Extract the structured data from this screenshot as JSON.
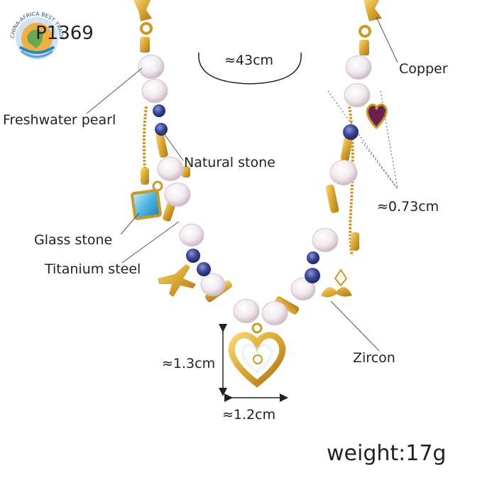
{
  "product_code": "P1369",
  "logo_text": "CHINA-AFRICA BEST TRADING PLATFORM",
  "labels": {
    "length": "≈43cm",
    "copper": "Copper",
    "freshwater_pearl": "Freshwater pearl",
    "natural_stone": "Natural stone",
    "charm_size": "≈0.73cm",
    "glass_stone": "Glass stone",
    "titanium_steel": "Titanium steel",
    "zircon": "Zircon",
    "pendant_height": "≈1.3cm",
    "pendant_width": "≈1.2cm"
  },
  "weight": "weight:17g",
  "colors": {
    "gold": "#d9a531",
    "gold_dark": "#b8831b",
    "pearl": "#f3eef0",
    "pearl_shadow": "#d8c8d0",
    "blue_stone": "#37428f",
    "glass_blue": "#4fb6e0",
    "heart_purple": "#6b1f4f",
    "leader_line": "#555555"
  }
}
